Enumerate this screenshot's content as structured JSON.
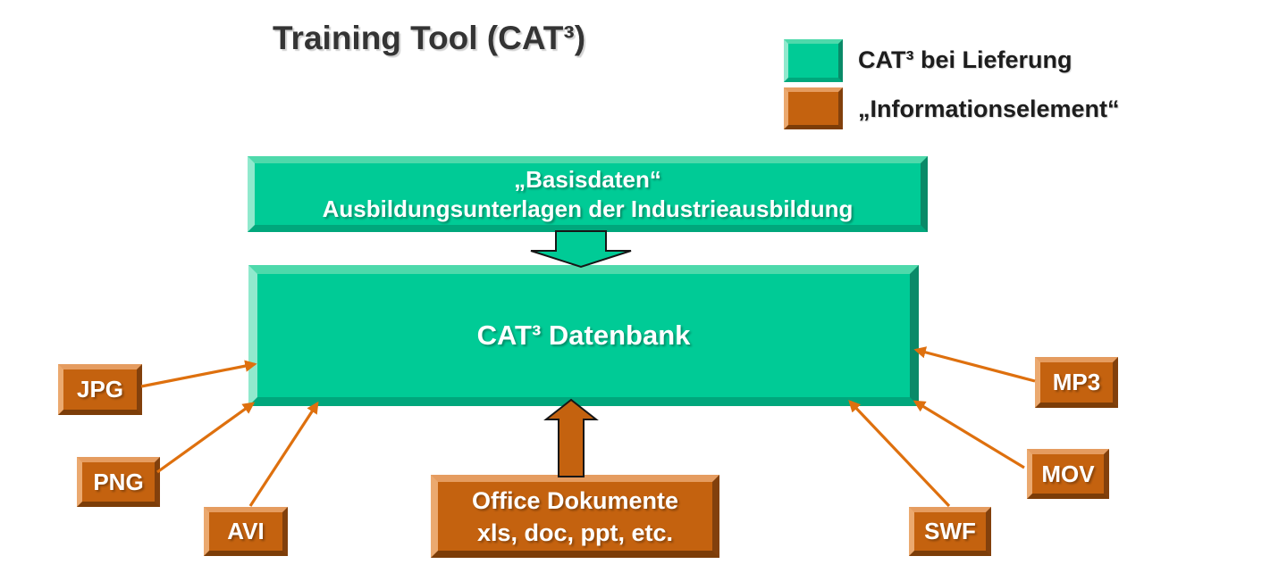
{
  "title": "Training Tool (CAT³)",
  "legend": {
    "items": [
      {
        "label": "CAT³ bei Lieferung",
        "swatch": "green-swatch",
        "color": "#00CB96"
      },
      {
        "label": "„Informationselement“",
        "swatch": "orange-swatch",
        "color": "#C4620F"
      }
    ]
  },
  "nodes": {
    "basisdaten": {
      "line1": "„Basisdaten“",
      "line2": "Ausbildungsunterlagen der Industrieausbildung"
    },
    "datenbank": {
      "label": "CAT³ Datenbank"
    },
    "office": {
      "line1": "Office Dokumente",
      "line2": "xls, doc, ppt, etc."
    },
    "formats": [
      {
        "id": "jpg",
        "label": "JPG"
      },
      {
        "id": "png",
        "label": "PNG"
      },
      {
        "id": "avi",
        "label": "AVI"
      },
      {
        "id": "mp3",
        "label": "MP3"
      },
      {
        "id": "mov",
        "label": "MOV"
      },
      {
        "id": "swf",
        "label": "SWF"
      }
    ]
  },
  "connections": [
    {
      "from": "„Basisdaten“ Ausbildungsunterlagen der Industrieausbildung",
      "to": "CAT³ Datenbank",
      "style": "green-block-arrow-down"
    },
    {
      "from": "Office Dokumente xls, doc, ppt, etc.",
      "to": "CAT³ Datenbank",
      "style": "orange-block-arrow-up"
    },
    {
      "from": "JPG",
      "to": "CAT³ Datenbank",
      "style": "orange-line-arrow"
    },
    {
      "from": "PNG",
      "to": "CAT³ Datenbank",
      "style": "orange-line-arrow"
    },
    {
      "from": "AVI",
      "to": "CAT³ Datenbank",
      "style": "orange-line-arrow"
    },
    {
      "from": "MP3",
      "to": "CAT³ Datenbank",
      "style": "orange-line-arrow"
    },
    {
      "from": "MOV",
      "to": "CAT³ Datenbank",
      "style": "orange-line-arrow"
    },
    {
      "from": "SWF",
      "to": "CAT³ Datenbank",
      "style": "orange-line-arrow"
    }
  ],
  "colors": {
    "green_fill": "#00CB96",
    "green_bevel_light": "#90E9CD",
    "green_bevel_dark": "#0A8A68",
    "orange_fill": "#C4620F",
    "orange_bevel_light": "#EBA96F",
    "orange_bevel_dark": "#7C3D08",
    "connector_orange": "#DE700E",
    "title_text": "#343434",
    "box_text": "#FFFFFF"
  },
  "icons": {
    "down_block_arrow": "block-arrow-down",
    "up_block_arrow": "block-arrow-up",
    "connector_arrowhead": "triangle-arrowhead"
  }
}
